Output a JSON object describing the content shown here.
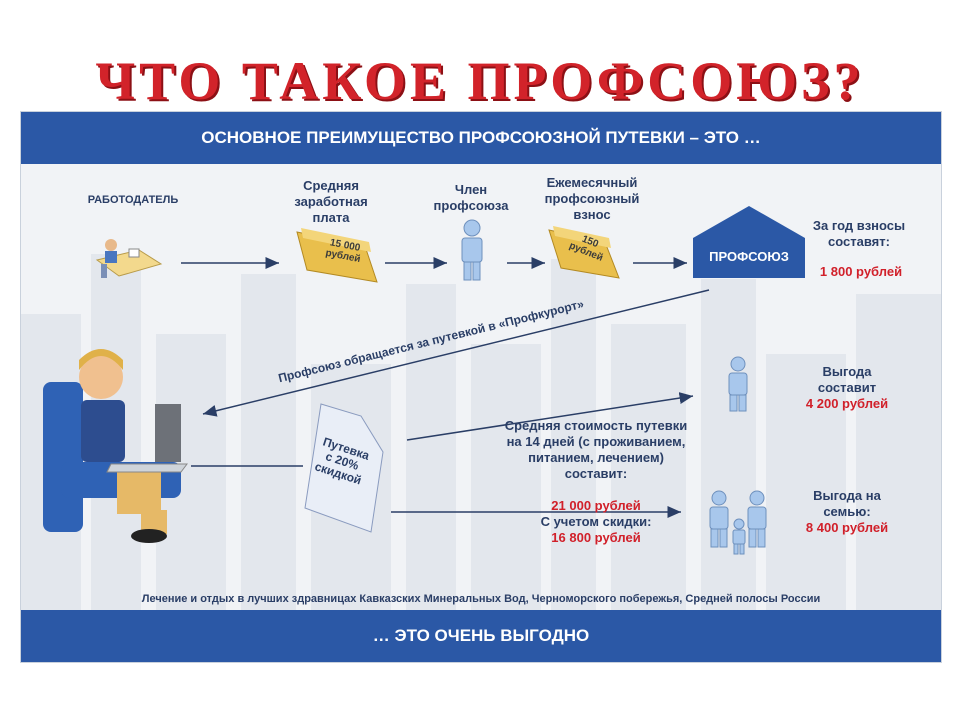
{
  "title": "ЧТО ТАКОЕ ПРОФСОЮЗ?",
  "header": "ОСНОВНОЕ ПРЕИМУЩЕСТВО ПРОФСОЮЗНОЙ ПУТЕВКИ – ЭТО …",
  "footer_bar": "… ЭТО ОЧЕНЬ ВЫГОДНО",
  "footer_note": "Лечение и отдых в лучших здравницах Кавказских Минеральных Вод, Черноморского побережья, Средней полосы России",
  "flow": {
    "employer": "РАБОТОДАТЕЛЬ",
    "salary_label": "Средняя заработная плата",
    "salary_amount_1": "15 000",
    "salary_amount_2": "рублей",
    "member_label": "Член профсоюза",
    "fee_label": "Ежемесячный профсоюзный взнос",
    "fee_amount_1": "150",
    "fee_amount_2": "рублей",
    "union_label": "ПРОФСОЮЗ",
    "year_fee_label": "За год взносы составят:",
    "year_fee_value": "1 800 рублей"
  },
  "request_text": "Профсоюз обращается за путевкой в «Профкурорт»",
  "voucher": {
    "line1": "Путевка",
    "line2": "с 20%",
    "line3": "скидкой"
  },
  "cost": {
    "label": "Средняя стоимость путевки на 14 дней (с проживанием, питанием, лечением) составит:",
    "value": "21 000 рублей",
    "discount_label": "С учетом скидки:",
    "discount_value": "16 800 рублей"
  },
  "benefit_single": {
    "label": "Выгода составит",
    "value": "4 200 рублей"
  },
  "benefit_family": {
    "label": "Выгода на семью:",
    "value": "8 400 рублей"
  }
}
